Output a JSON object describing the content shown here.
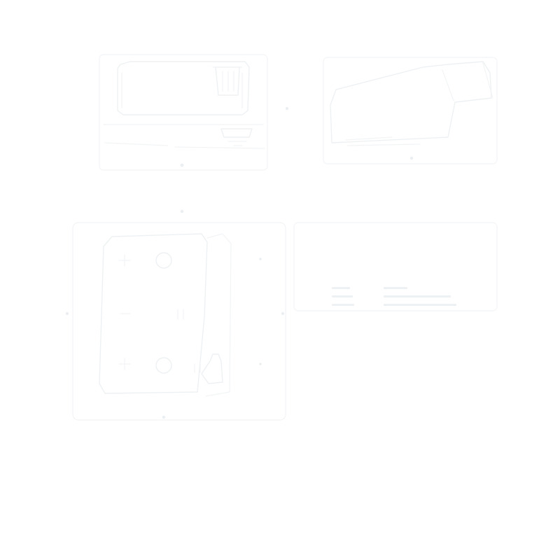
{
  "palette": {
    "background": "#ffffff",
    "line": "#eef1f3",
    "faint_line": "#f2f4f6",
    "dot": "#eceff2"
  },
  "panels": [
    {
      "name": "top-left",
      "icons": [
        "laptop-icon",
        "trash-bin-icon",
        "drawer-handle-icon"
      ]
    },
    {
      "name": "top-right",
      "icons": [
        "folder-icon"
      ]
    },
    {
      "name": "bottom-left",
      "icons": [
        "phone-card-icon",
        "circle-icon",
        "hand-icon"
      ]
    },
    {
      "name": "bottom-right",
      "icons": [
        "text-label-icon"
      ]
    }
  ]
}
